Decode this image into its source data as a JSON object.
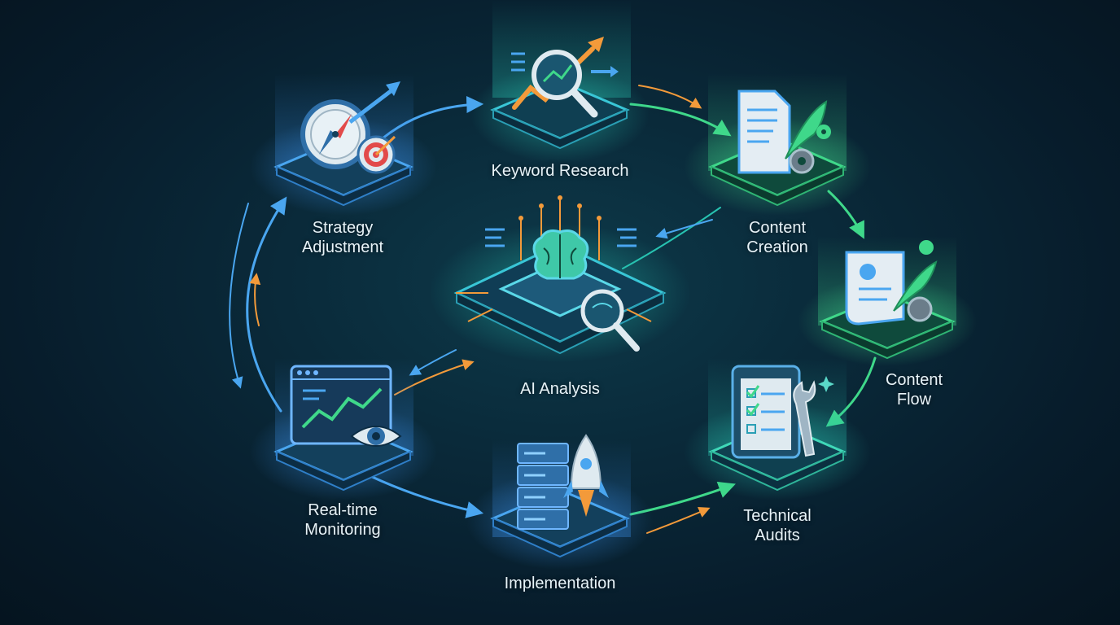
{
  "nodes": {
    "keyword_research": {
      "label": "Keyword Research",
      "icon": "magnifier-trend-icon"
    },
    "content_creation": {
      "label": "Content\nCreation",
      "icon": "document-quill-icon"
    },
    "content_flow": {
      "label": "Content\nFlow",
      "icon": "scroll-quill-icon"
    },
    "technical_audits": {
      "label": "Technical\nAudits",
      "icon": "checklist-wrench-icon"
    },
    "implementation": {
      "label": "Implementation",
      "icon": "server-rocket-icon"
    },
    "realtime_monitoring": {
      "label": "Real-time\nMonitoring",
      "icon": "dashboard-eye-icon"
    },
    "strategy_adjustment": {
      "label": "Strategy\nAdjustment",
      "icon": "compass-target-icon"
    },
    "ai_analysis": {
      "label": "AI Analysis",
      "icon": "brain-chip-icon"
    }
  },
  "colors": {
    "blue_platform": "#3a8fe8",
    "teal_platform": "#27c2b0",
    "green_platform": "#3fd88a",
    "arrow_orange": "#f39a3a",
    "arrow_green": "#3fd88a",
    "arrow_blue": "#4aa6f0"
  }
}
